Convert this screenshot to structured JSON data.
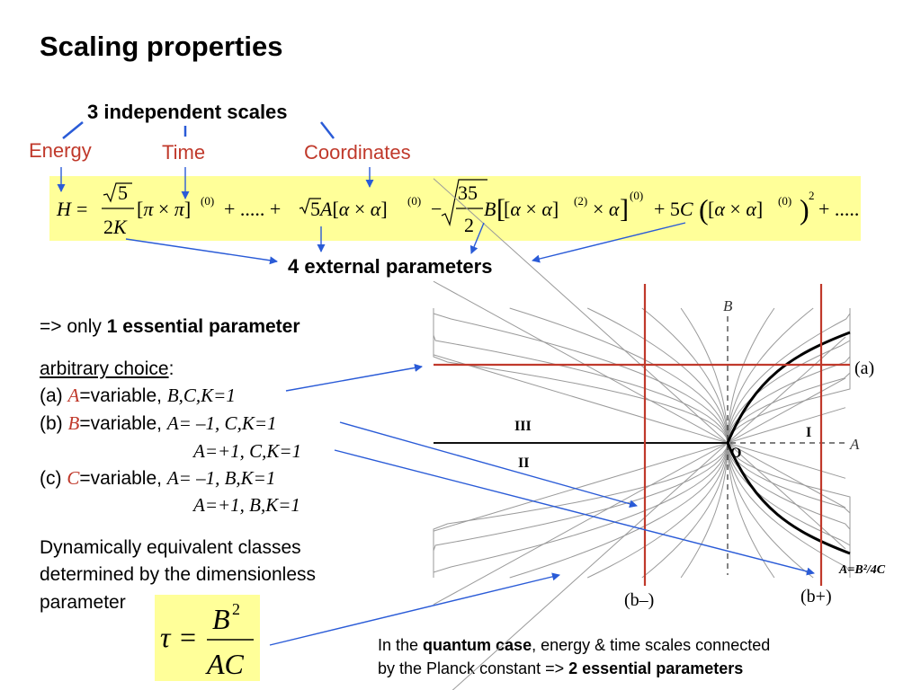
{
  "title": "Scaling properties",
  "scales": {
    "heading": "3 independent scales",
    "energy": "Energy",
    "time": "Time",
    "coordinates": "Coordinates"
  },
  "external_params": "4 external parameters",
  "essential": {
    "prefix": "=> only ",
    "bold": "1 essential parameter"
  },
  "choices": {
    "heading": "arbitrary choice",
    "colon": ":",
    "a_label": "(a) ",
    "a_var": "A",
    "a_mid": "=variable, ",
    "a_rest": "B,C,K=1",
    "b_label": "(b) ",
    "b_var": "B",
    "b_mid": "=variable, ",
    "b_rest1": "A= –1, C,K=1",
    "b_rest2": "A=+1, C,K=1",
    "c_label": "(c) ",
    "c_var": "C",
    "c_mid": "=variable, ",
    "c_rest1": "A= –1, B,K=1",
    "c_rest2": "A=+1, B,K=1"
  },
  "dynamic": {
    "line1": "Dynamically equivalent classes",
    "line2": "determined by the dimensionless",
    "line3": "parameter"
  },
  "quantum": {
    "prefix": "In the ",
    "bold1": "quantum case",
    "mid": ", energy & time scales connected",
    "line2": "by the Planck constant  => ",
    "bold2": "2 essential parameters"
  },
  "diagram": {
    "axis_b": "B",
    "axis_a": "A",
    "origin": "O",
    "region_1": "I",
    "region_2": "II",
    "region_3": "III",
    "curve_label": "A=B²/4C",
    "label_a": "(a)",
    "label_b_minus": "(b–)",
    "label_b_plus": "(b+)"
  },
  "colors": {
    "accent_red": "#c0392b",
    "arrow_blue": "#2a5bd7",
    "highlight_yellow": "#ffff99"
  }
}
